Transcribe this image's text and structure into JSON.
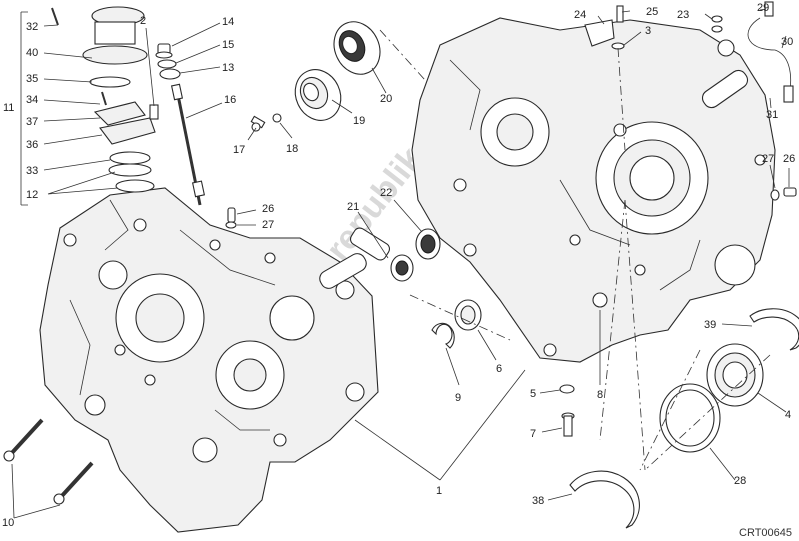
{
  "diagram": {
    "code": "CRT00645",
    "watermark": "Partsrepublik",
    "labels": {
      "l1": "1",
      "l2": "2",
      "l3": "3",
      "l4": "4",
      "l5": "5",
      "l6": "6",
      "l7": "7",
      "l8": "8",
      "l9": "9",
      "l10": "10",
      "l11": "11",
      "l12": "12",
      "l13": "13",
      "l14": "14",
      "l15": "15",
      "l16": "16",
      "l17": "17",
      "l18": "18",
      "l19": "19",
      "l20": "20",
      "l21": "21",
      "l22": "22",
      "l23": "23",
      "l24": "24",
      "l25": "25",
      "l26a": "26",
      "l26b": "26",
      "l27a": "27",
      "l27b": "27",
      "l28": "28",
      "l29": "29",
      "l30": "30",
      "l31": "31",
      "l32": "32",
      "l33": "33",
      "l34": "34",
      "l35": "35",
      "l36": "36",
      "l37": "37",
      "l38": "38",
      "l39": "39",
      "l40": "40"
    }
  }
}
